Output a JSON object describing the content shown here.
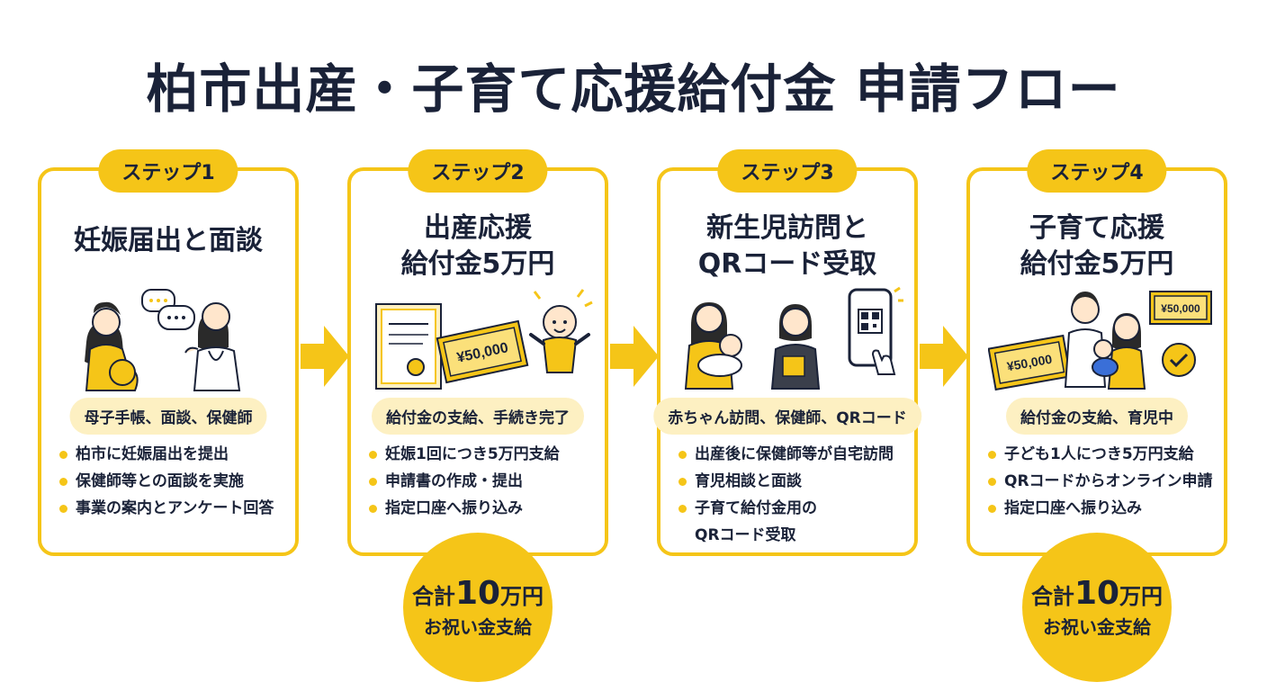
{
  "title": "柏市出産・子育て応援給付金 申請フロー",
  "colors": {
    "accent": "#f5c518",
    "text": "#1a2238",
    "tag_bg": "#fdf0c2"
  },
  "steps": [
    {
      "badge": "ステップ1",
      "title_lines": [
        "妊娠届出と面談"
      ],
      "tag": "母子手帳、面談、保健師",
      "bullets": [
        "柏市に妊娠届出を提出",
        "保健師等との面談を実施",
        "事業の案内とアンケート回答"
      ],
      "icons": [
        "pregnant-woman-icon",
        "speech-bubbles-icon",
        "doctor-icon"
      ]
    },
    {
      "badge": "ステップ2",
      "title_lines": [
        "出産応援",
        "給付金5万円"
      ],
      "tag": "給付金の支給、手続き完了",
      "bullets": [
        "妊娠1回につき5万円支給",
        "申請書の作成・提出",
        "指定口座へ振り込み"
      ],
      "voucher": "¥50,000",
      "icons": [
        "certificate-icon",
        "voucher-icon",
        "baby-icon"
      ]
    },
    {
      "badge": "ステップ3",
      "title_lines": [
        "新生児訪問と",
        "QRコード受取"
      ],
      "tag": "赤ちゃん訪問、保健師、QRコード",
      "bullets": [
        "出産後に保健師等が自宅訪問",
        "育児相談と面談",
        "子育て給付金用の\nQRコード受取"
      ],
      "icons": [
        "mother-baby-icon",
        "nurse-icon",
        "smartphone-qr-icon"
      ]
    },
    {
      "badge": "ステップ4",
      "title_lines": [
        "子育て応援",
        "給付金5万円"
      ],
      "tag": "給付金の支給、育児中",
      "bullets": [
        "子ども1人につき5万円支給",
        "QRコードからオンライン申請",
        "指定口座へ振り込み"
      ],
      "voucher": "¥50,000",
      "icons": [
        "voucher-icon",
        "family-icon",
        "check-circle-icon"
      ]
    }
  ],
  "totals": {
    "prefix": "合計",
    "amount": "10",
    "unit": "万円",
    "line2": "お祝い金支給"
  }
}
